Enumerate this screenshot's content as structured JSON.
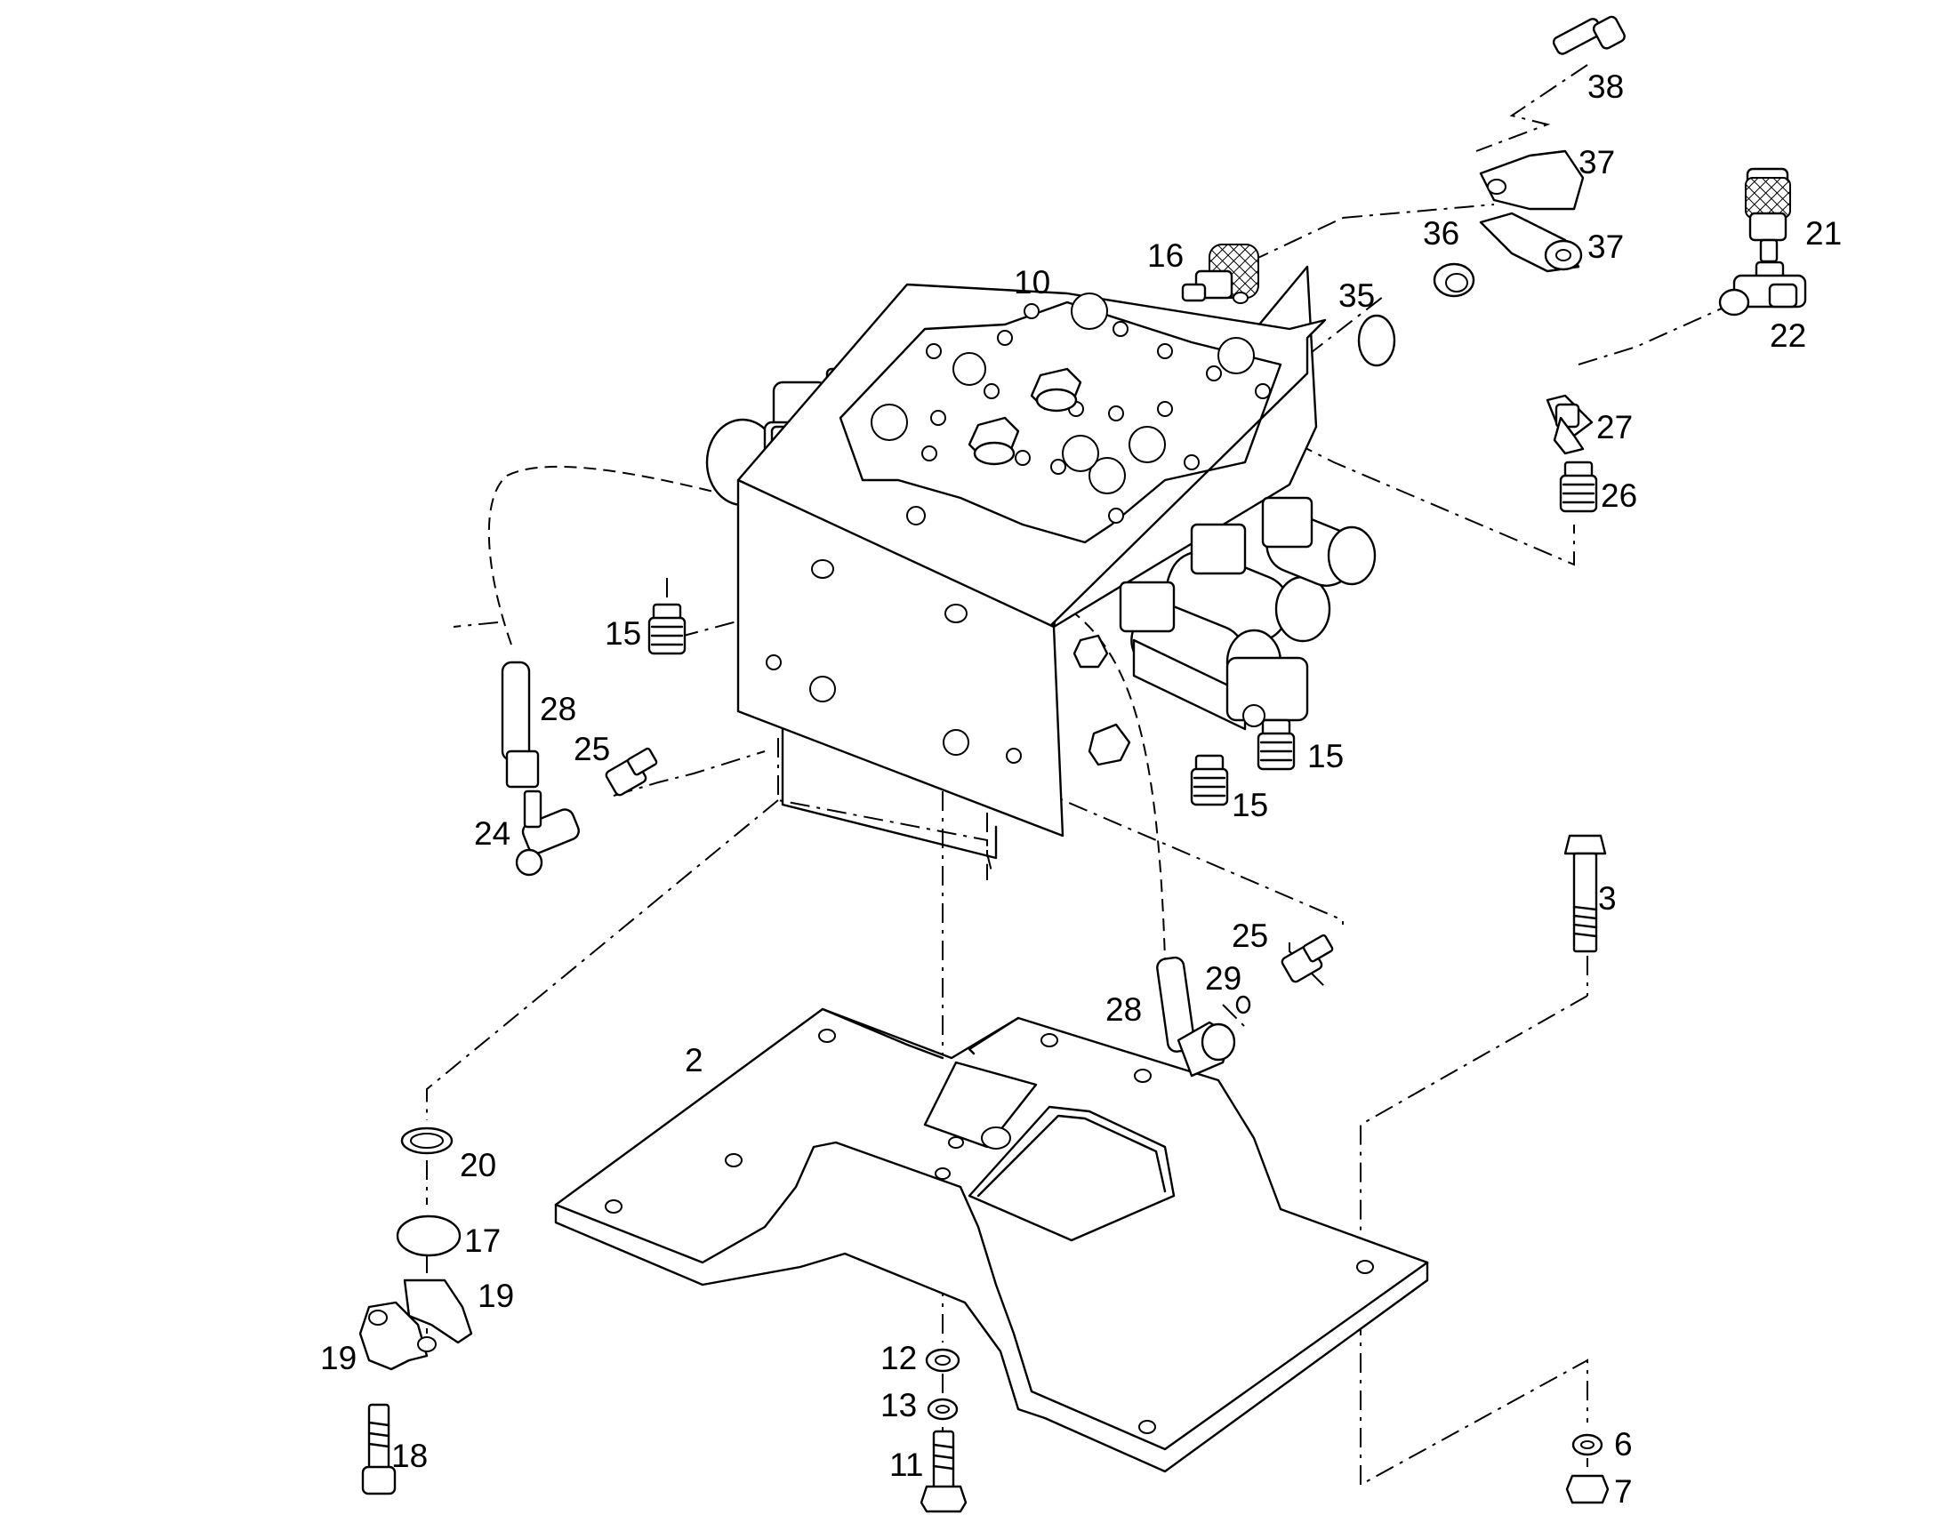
{
  "callouts": [
    {
      "id": "c38",
      "text": "38"
    },
    {
      "id": "c37a",
      "text": "37"
    },
    {
      "id": "c37b",
      "text": "37"
    },
    {
      "id": "c36",
      "text": "36"
    },
    {
      "id": "c35",
      "text": "35"
    },
    {
      "id": "c21",
      "text": "21"
    },
    {
      "id": "c22",
      "text": "22"
    },
    {
      "id": "c27",
      "text": "27"
    },
    {
      "id": "c26",
      "text": "26"
    },
    {
      "id": "c16",
      "text": "16"
    },
    {
      "id": "c10",
      "text": "10"
    },
    {
      "id": "c15a",
      "text": "15"
    },
    {
      "id": "c15b",
      "text": "15"
    },
    {
      "id": "c15c",
      "text": "15"
    },
    {
      "id": "c28a",
      "text": "28"
    },
    {
      "id": "c25a",
      "text": "25"
    },
    {
      "id": "c24",
      "text": "24"
    },
    {
      "id": "c3",
      "text": "3"
    },
    {
      "id": "c25b",
      "text": "25"
    },
    {
      "id": "c29",
      "text": "29"
    },
    {
      "id": "c28b",
      "text": "28"
    },
    {
      "id": "c2",
      "text": "2"
    },
    {
      "id": "c20",
      "text": "20"
    },
    {
      "id": "c17",
      "text": "17"
    },
    {
      "id": "c19a",
      "text": "19"
    },
    {
      "id": "c19b",
      "text": "19"
    },
    {
      "id": "c18",
      "text": "18"
    },
    {
      "id": "c12",
      "text": "12"
    },
    {
      "id": "c13",
      "text": "13"
    },
    {
      "id": "c11",
      "text": "11"
    },
    {
      "id": "c6",
      "text": "6"
    },
    {
      "id": "c7",
      "text": "7"
    }
  ]
}
